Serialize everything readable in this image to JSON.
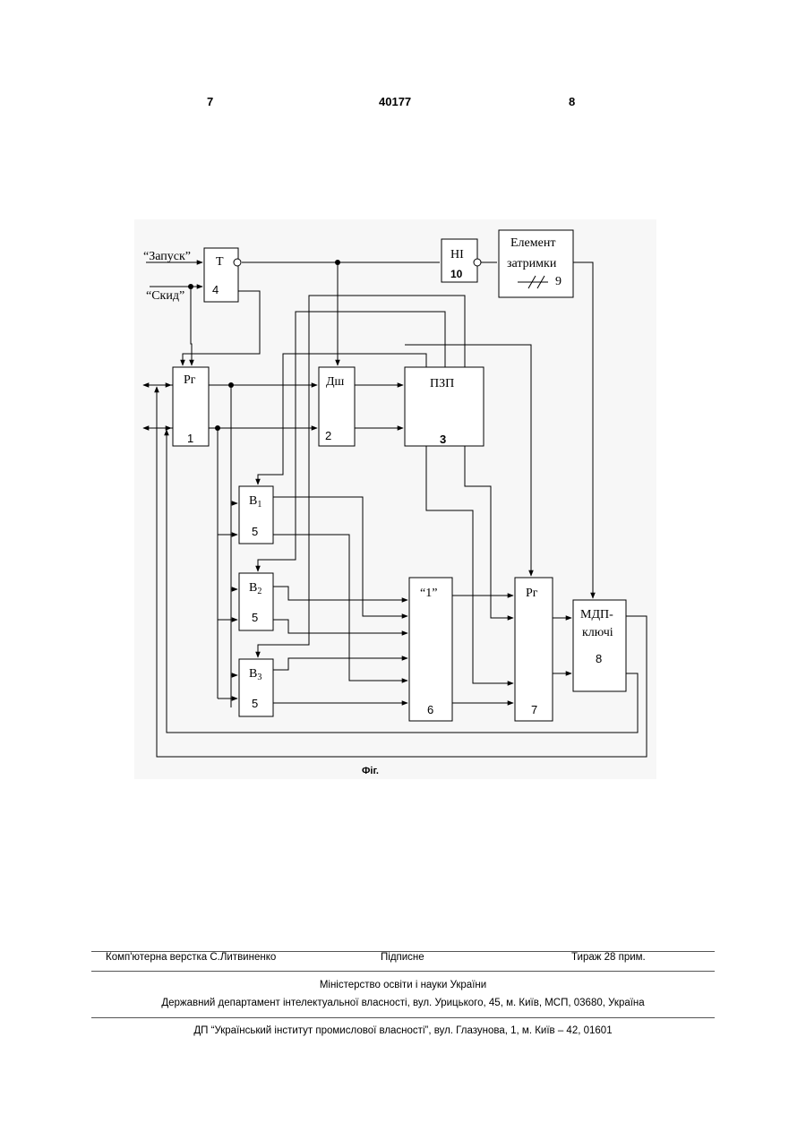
{
  "header": {
    "page_left": "7",
    "patent_number": "40177",
    "page_right": "8"
  },
  "figure": {
    "caption": "Фіг.",
    "inputs": {
      "start": "“Запуск”",
      "reset": "“Скид”"
    },
    "blocks": {
      "trigger": {
        "label": "Т",
        "number": "4"
      },
      "not_gate": {
        "label": "НІ",
        "number": "10"
      },
      "delay": {
        "label_line1": "Елемент",
        "label_line2": "затримки",
        "number": "9"
      },
      "register1": {
        "label": "Рг",
        "number": "1"
      },
      "decoder": {
        "label": "Дш",
        "number": "2"
      },
      "rom": {
        "label": "ПЗП",
        "number": "3"
      },
      "switch_1": {
        "label": "B",
        "sub": "1",
        "number": "5"
      },
      "switch_2": {
        "label": "B",
        "sub": "2",
        "number": "5"
      },
      "switch_3": {
        "label": "B",
        "sub": "3",
        "number": "5"
      },
      "or_block": {
        "label": "“1”",
        "number": "6"
      },
      "register2": {
        "label": "Рг",
        "number": "7"
      },
      "mos_keys": {
        "label_line1": "МДП-",
        "label_line2": "ключі",
        "number": "8"
      }
    }
  },
  "footer": {
    "layout": "Комп'ютерна верстка С.Литвиненко",
    "signed": "Підписне",
    "circulation": "Тираж 28 прим.",
    "ministry": "Міністерство освіти і науки України",
    "department": "Державний департамент інтелектуальної власності, вул. Урицького, 45, м. Київ, МСП, 03680, Україна",
    "institute": "ДП “Український інститут промислової власності”, вул. Глазунова, 1, м. Київ – 42, 01601"
  }
}
